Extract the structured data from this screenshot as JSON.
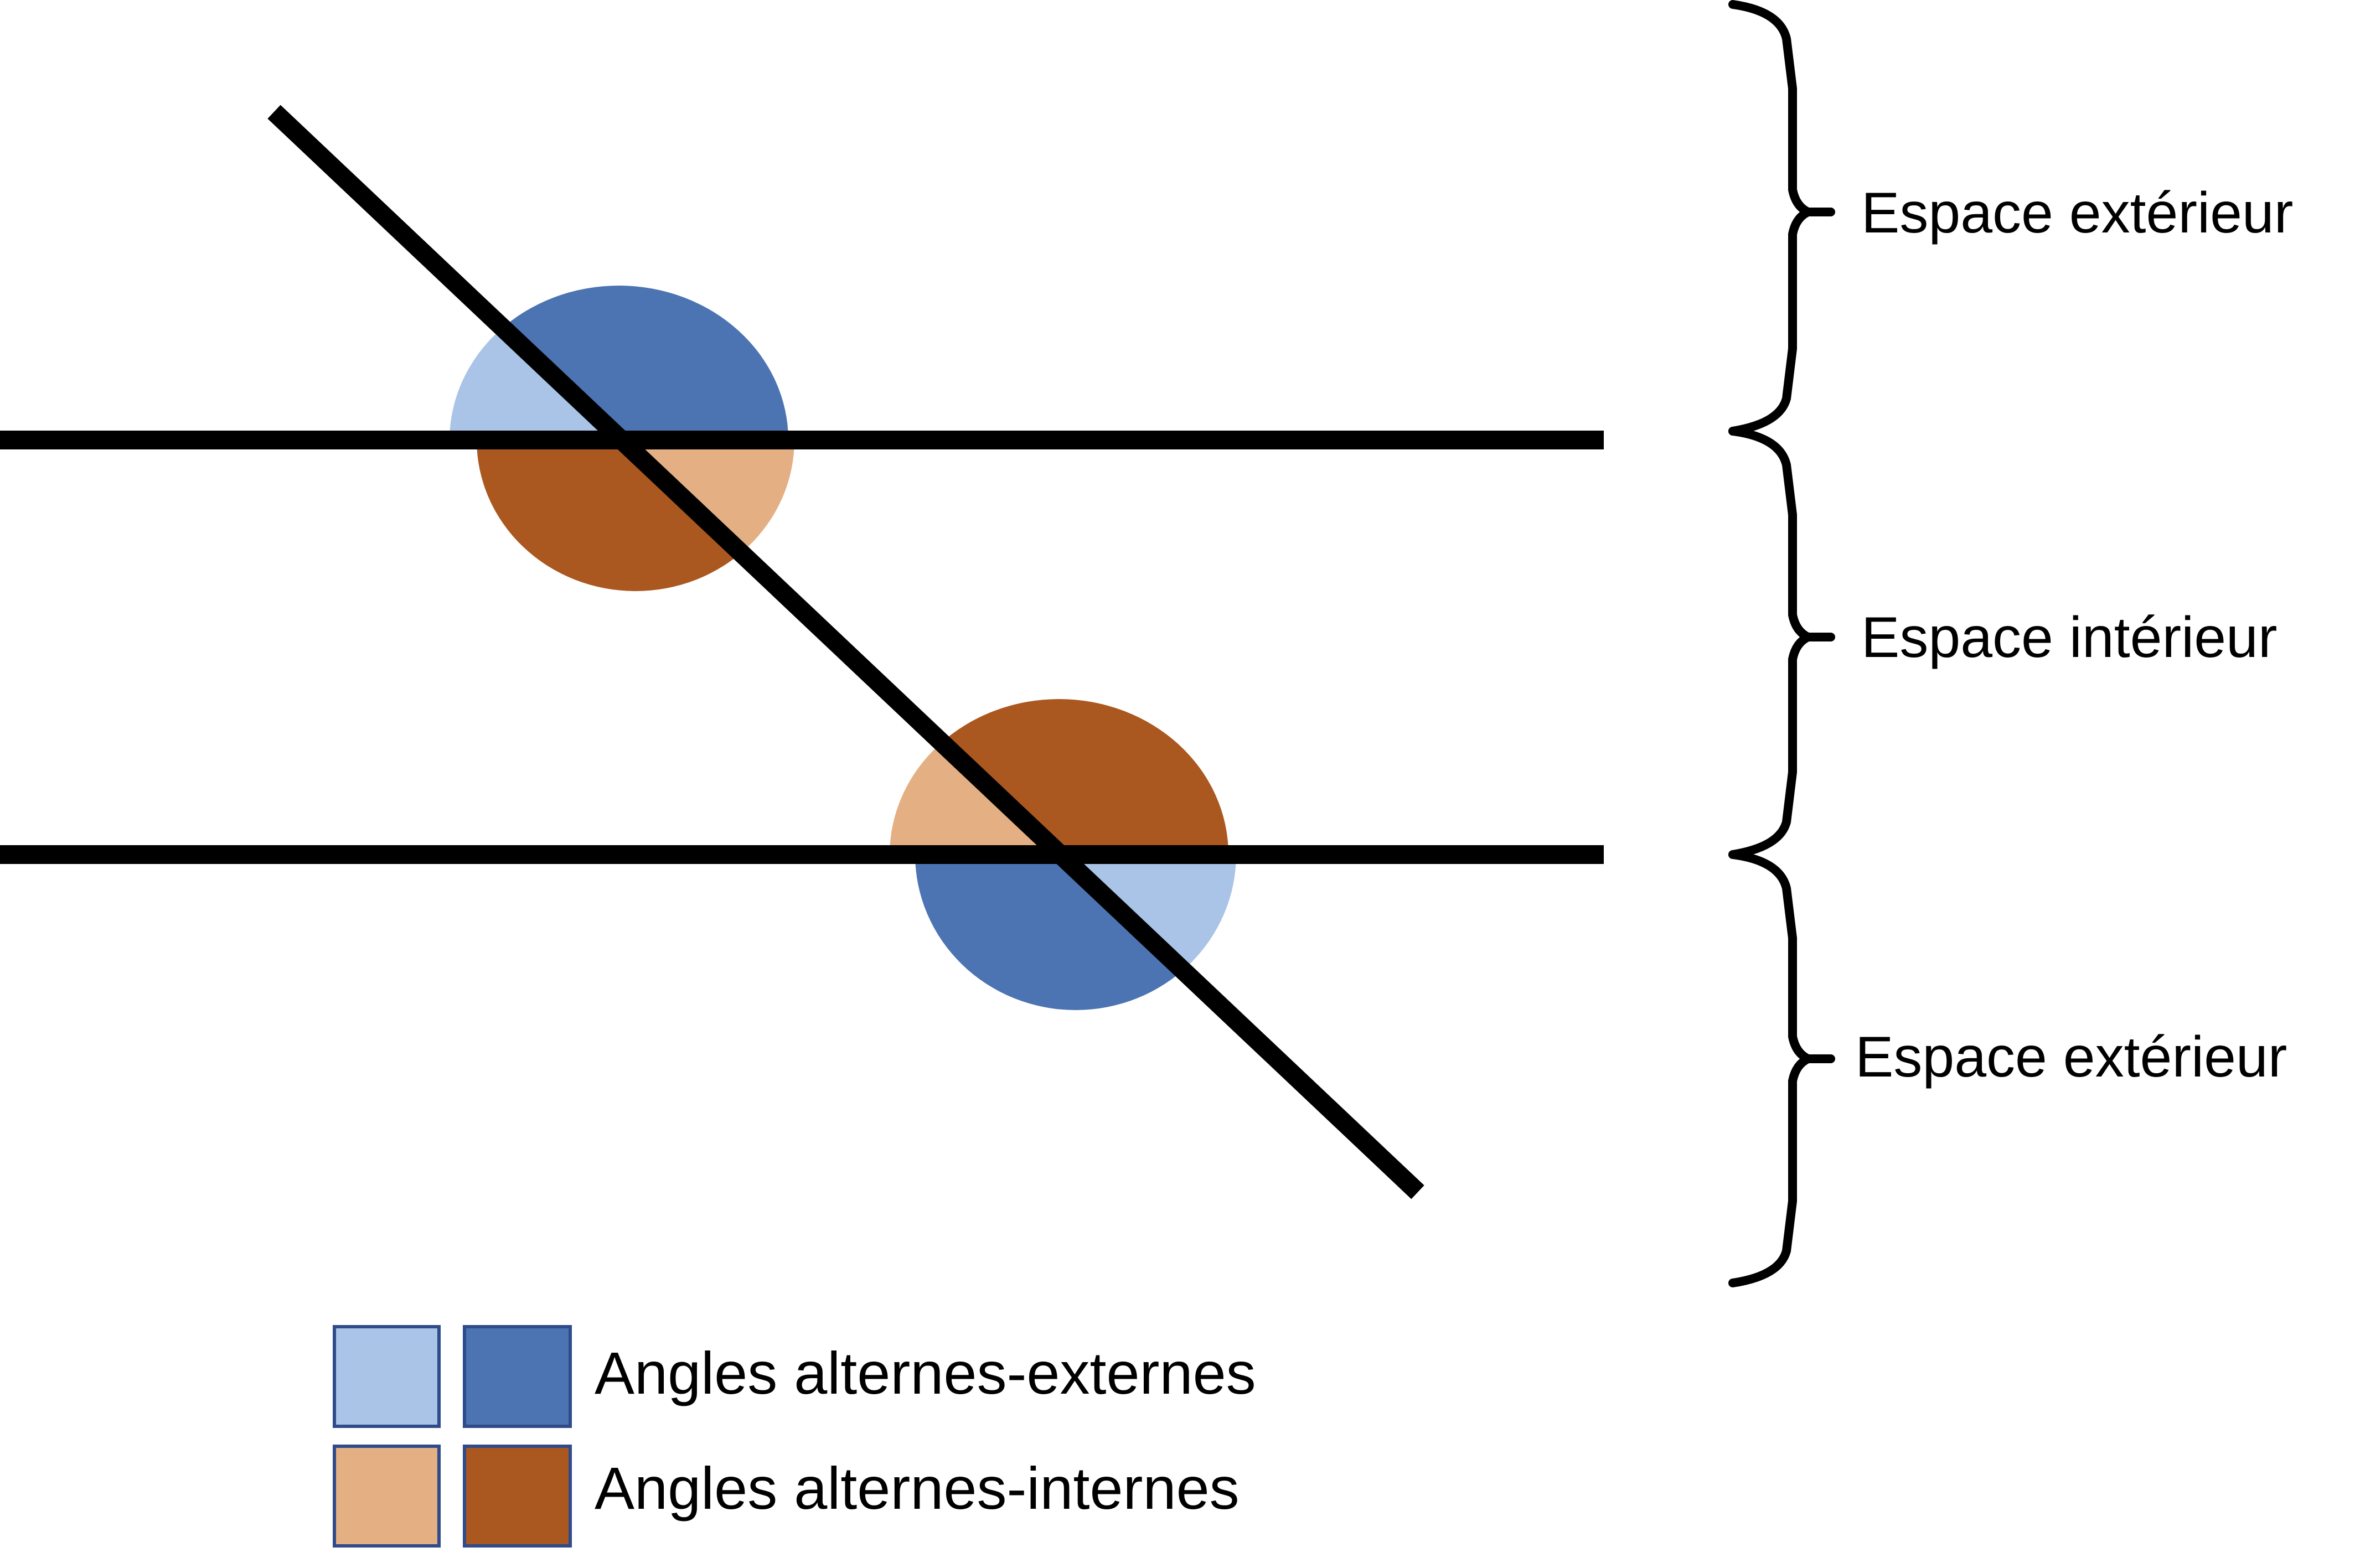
{
  "colors": {
    "light_blue": "#A9C4E6",
    "dark_blue": "#4C74B2",
    "light_tan": "#E4B083",
    "dark_brown": "#AA5820",
    "legend_border": "#2F4B8A"
  },
  "regions": {
    "top": "Espace extérieur",
    "middle": "Espace intérieur",
    "bottom": "Espace extérieur"
  },
  "legend": [
    {
      "label": "Angles alternes-externes"
    },
    {
      "label": "Angles alternes-internes"
    }
  ]
}
